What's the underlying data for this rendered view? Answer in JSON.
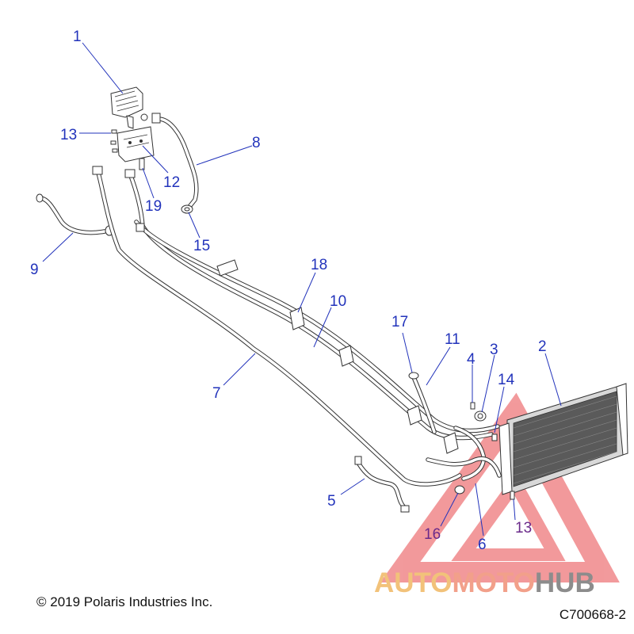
{
  "diagram": {
    "callouts": [
      {
        "id": "c1",
        "label": "1"
      },
      {
        "id": "c2",
        "label": "2"
      },
      {
        "id": "c3",
        "label": "3"
      },
      {
        "id": "c4",
        "label": "4"
      },
      {
        "id": "c5",
        "label": "5"
      },
      {
        "id": "c6",
        "label": "6"
      },
      {
        "id": "c7",
        "label": "7"
      },
      {
        "id": "c8",
        "label": "8"
      },
      {
        "id": "c9",
        "label": "9"
      },
      {
        "id": "c10",
        "label": "10"
      },
      {
        "id": "c11",
        "label": "11"
      },
      {
        "id": "c12",
        "label": "12"
      },
      {
        "id": "c13a",
        "label": "13"
      },
      {
        "id": "c13b",
        "label": "13"
      },
      {
        "id": "c14",
        "label": "14"
      },
      {
        "id": "c15",
        "label": "15"
      },
      {
        "id": "c16",
        "label": "16"
      },
      {
        "id": "c17",
        "label": "17"
      },
      {
        "id": "c18",
        "label": "18"
      },
      {
        "id": "c19",
        "label": "19"
      }
    ]
  },
  "footer": {
    "copyright": "© 2019 Polaris Industries Inc.",
    "drawing_id": "C700668-2"
  },
  "watermark": {
    "part1": "AUTO",
    "part2": "MOTO",
    "part3": "HUB",
    "color_auto": "#f2c27a",
    "color_moto": "#f2a08a",
    "color_hub": "#8c8c8c",
    "triangle_color": "#e8474a"
  },
  "colors": {
    "callout_blue": "#2233bb",
    "callout_purple": "#6a2a8a",
    "line": "#333333"
  }
}
